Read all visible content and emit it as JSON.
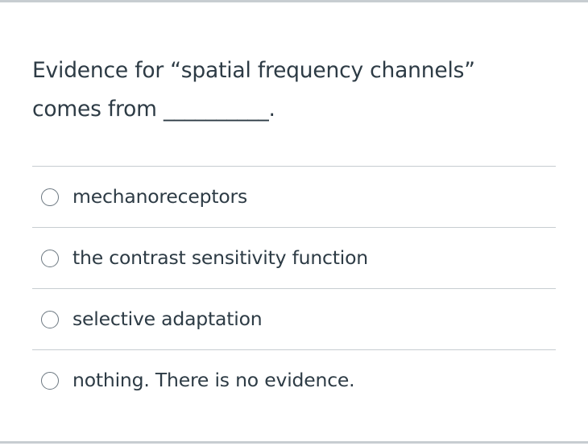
{
  "question": {
    "line1": "Evidence for “spatial frequency channels”",
    "line2": "comes from __________."
  },
  "answers": [
    {
      "label": "mechanoreceptors",
      "selected": false
    },
    {
      "label": "the contrast sensitivity function",
      "selected": false
    },
    {
      "label": "selective adaptation",
      "selected": false
    },
    {
      "label": "nothing. There is no evidence.",
      "selected": false
    }
  ],
  "colors": {
    "text": "#2d3b45",
    "border": "#c7cdd1",
    "radio_border": "#6b7780"
  }
}
